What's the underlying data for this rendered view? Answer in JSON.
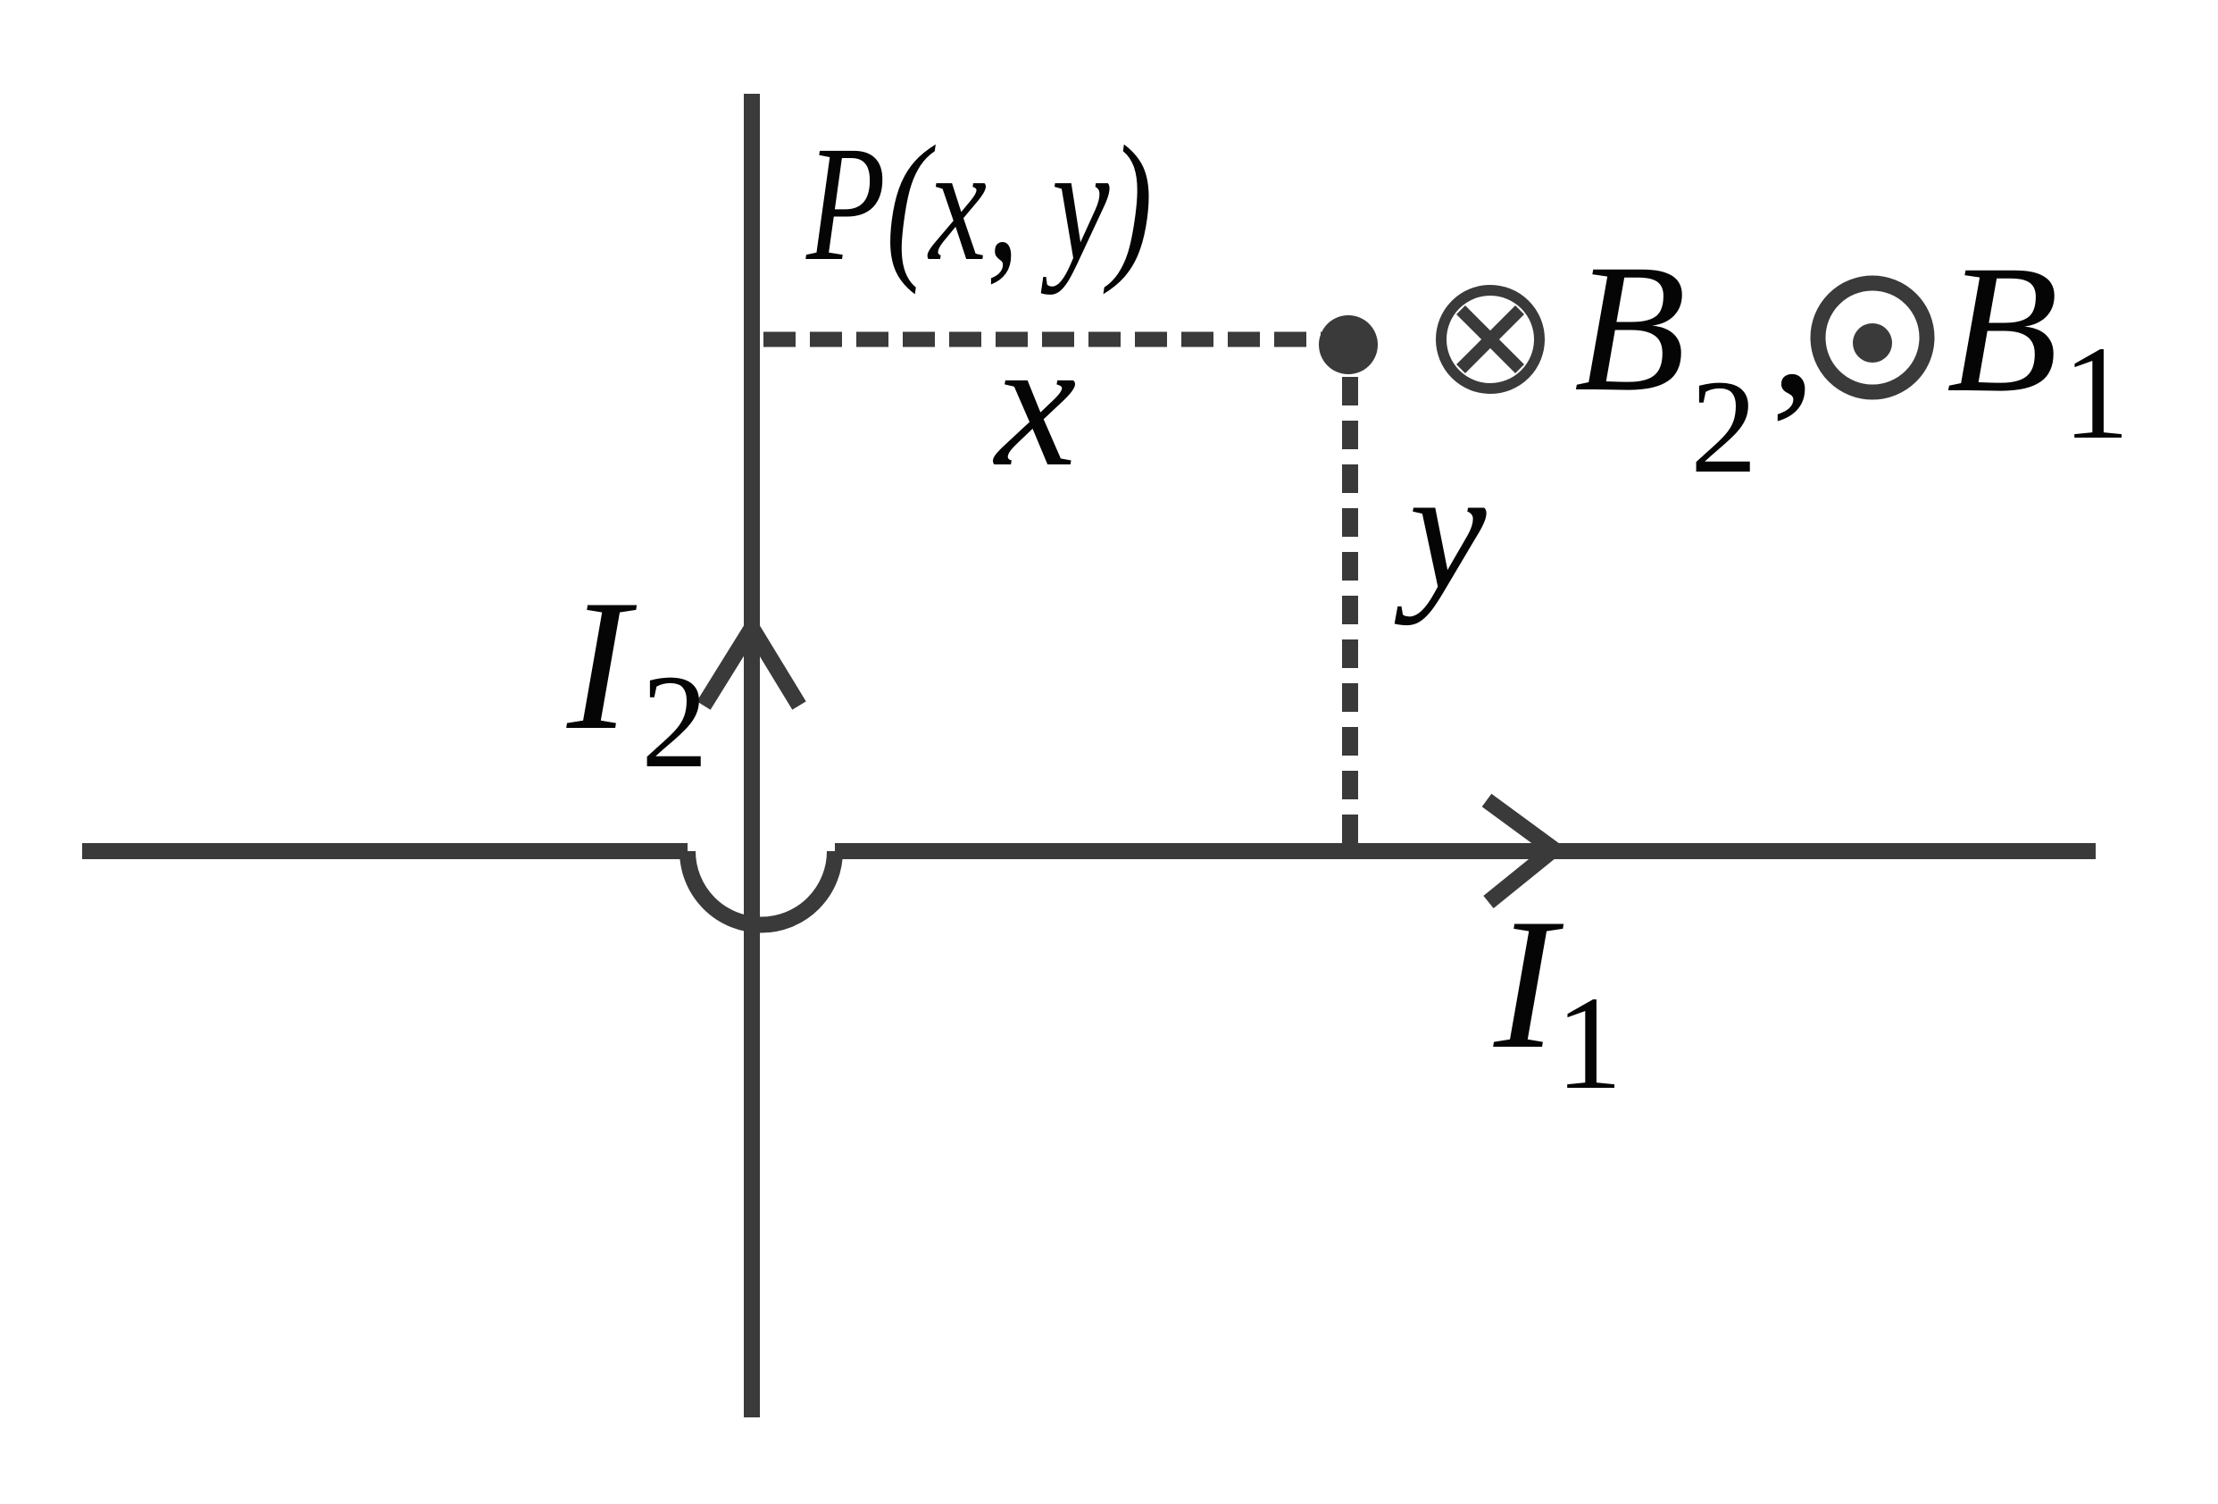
{
  "figure": {
    "description": "Two perpendicular straight wires carrying currents I1 (horizontal) and I2 (vertical) with field point P(x, y) in the first quadrant",
    "background_color": "#ffffff",
    "wire_color": "#3a3a3a",
    "text_color": "#050505"
  },
  "labels": {
    "point": "P(x, y)",
    "x_distance": "x",
    "y_distance": "y",
    "current_1": {
      "base": "I",
      "sub": "1"
    },
    "current_2": {
      "base": "I",
      "sub": "2"
    },
    "field_2": {
      "base": "B",
      "sub": "2"
    },
    "separator": ",",
    "field_1": {
      "base": "B",
      "sub": "1"
    }
  },
  "icons": {
    "into_page": "circle-with-cross (B into page)",
    "out_of_page": "circle-with-dot (B out of page)"
  }
}
